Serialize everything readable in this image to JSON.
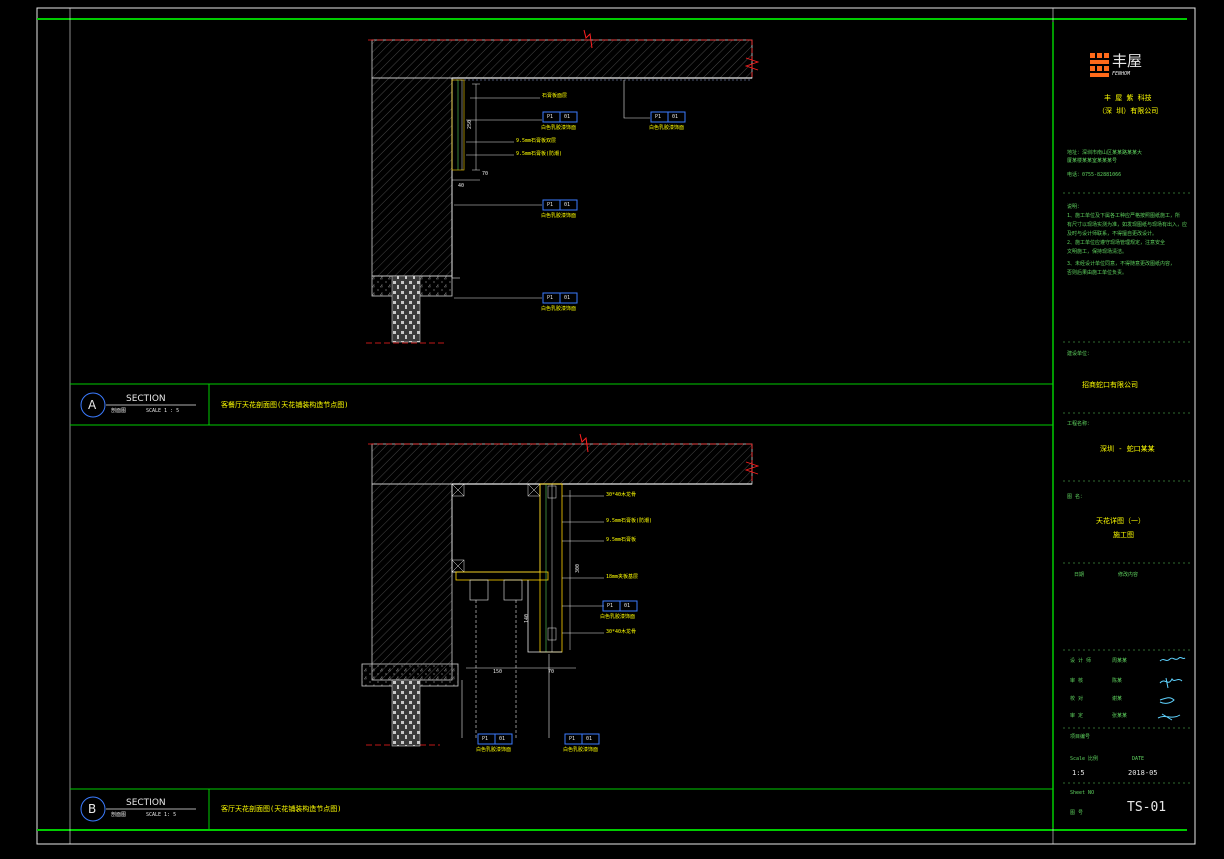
{
  "title_block": {
    "company_logo_text": "丰屋",
    "company_logo_sub": "FENHOM",
    "company_name_line1": "丰 屋 紫 科技",
    "company_name_line2": "（深 圳）有限公司",
    "address_line1": "地址：深圳市南山区某某路某某大",
    "address_line2": "厦某楼某某室某某某号",
    "phone": "电话：0755-82881066",
    "notes_heading": "说明：",
    "notes": [
      "1、施工单位及下属各工种应严格按照图纸施工，所",
      "有尺寸以现场实测为准，如发现图纸与现场有出入，应",
      "及时与设计师联系，不得擅自更改设计。",
      "2、施工单位应遵守现场管理规定，注意安全",
      "文明施工，保持现场清洁。",
      "3、未经设计单位同意，不得随意更改图纸内容，",
      "否则后果由施工单位负责。"
    ],
    "client_label": "建设单位：",
    "client_value": "招商蛇口有限公司",
    "project_label": "工程名称：",
    "project_value": "深圳 - 蛇口某某",
    "drawing_label": "图  名：",
    "drawing_value_1": "天花详图（一）",
    "drawing_value_2": "施工图",
    "revision_col1": "日期",
    "revision_col2": "修改内容",
    "roles": [
      {
        "label": "设 计 师",
        "name": "周某某"
      },
      {
        "label": "审    核",
        "name": "陈某"
      },
      {
        "label": "校    对",
        "name": "谢某"
      },
      {
        "label": "审    定",
        "name": "张某某"
      }
    ],
    "project_no_label": "项目编号",
    "scale_label": "Scale  比例",
    "date_label": "DATE",
    "scale_value": "1:5",
    "date_value": "2018-05",
    "sheet_no_label": "Sheet NO",
    "sheet_no_cn": "图  号",
    "sheet_no_value": "TS-01"
  },
  "section_a": {
    "circle_label": "A",
    "section_word": "SECTION",
    "sub_label": "剖面图",
    "scale_text": "SCALE 1 : 5",
    "description": "客餐厅天花剖面图(天花铺装构造节点图)",
    "callouts": [
      {
        "tag": "P1",
        "code": "01",
        "note": "白色乳胶漆饰面"
      },
      {
        "tag": "P1",
        "code": "01",
        "note": "白色乳胶漆饰面"
      },
      {
        "tag": "P1",
        "code": "01",
        "note": "白色乳胶漆饰面"
      },
      {
        "tag": "P1",
        "code": "01",
        "note": "白色乳胶漆饰面"
      }
    ],
    "leader_notes": [
      "石膏板面层",
      "9.5mm石膏板双层",
      "9.5mm石膏板(防潮)"
    ],
    "dims": [
      "250",
      "70",
      "40"
    ]
  },
  "section_b": {
    "circle_label": "B",
    "section_word": "SECTION",
    "sub_label": "剖面图",
    "scale_text": "SCALE 1: 5",
    "description": "客厅天花剖面图(天花铺装构造节点图)",
    "callouts": [
      {
        "tag": "P1",
        "code": "01",
        "note": "白色乳胶漆饰面"
      },
      {
        "tag": "P1",
        "code": "01",
        "note": "白色乳胶漆饰面"
      },
      {
        "tag": "P1",
        "code": "01",
        "note": "白色乳胶漆饰面"
      }
    ],
    "leader_notes": [
      "30*40木龙骨",
      "9.5mm石膏板(防潮)",
      "9.5mm石膏板",
      "18mm夹板基层",
      "30*40木龙骨"
    ],
    "dims": [
      "300",
      "140",
      "150",
      "70"
    ]
  },
  "colors": {
    "background": "#000000",
    "frame_green": "#00cc00",
    "text_white": "#e8e8e8",
    "text_yellow": "#ffff00",
    "structure_red": "#ff2020",
    "tag_blue": "#3b7bff",
    "wall_gray": "#9a9a9a"
  }
}
